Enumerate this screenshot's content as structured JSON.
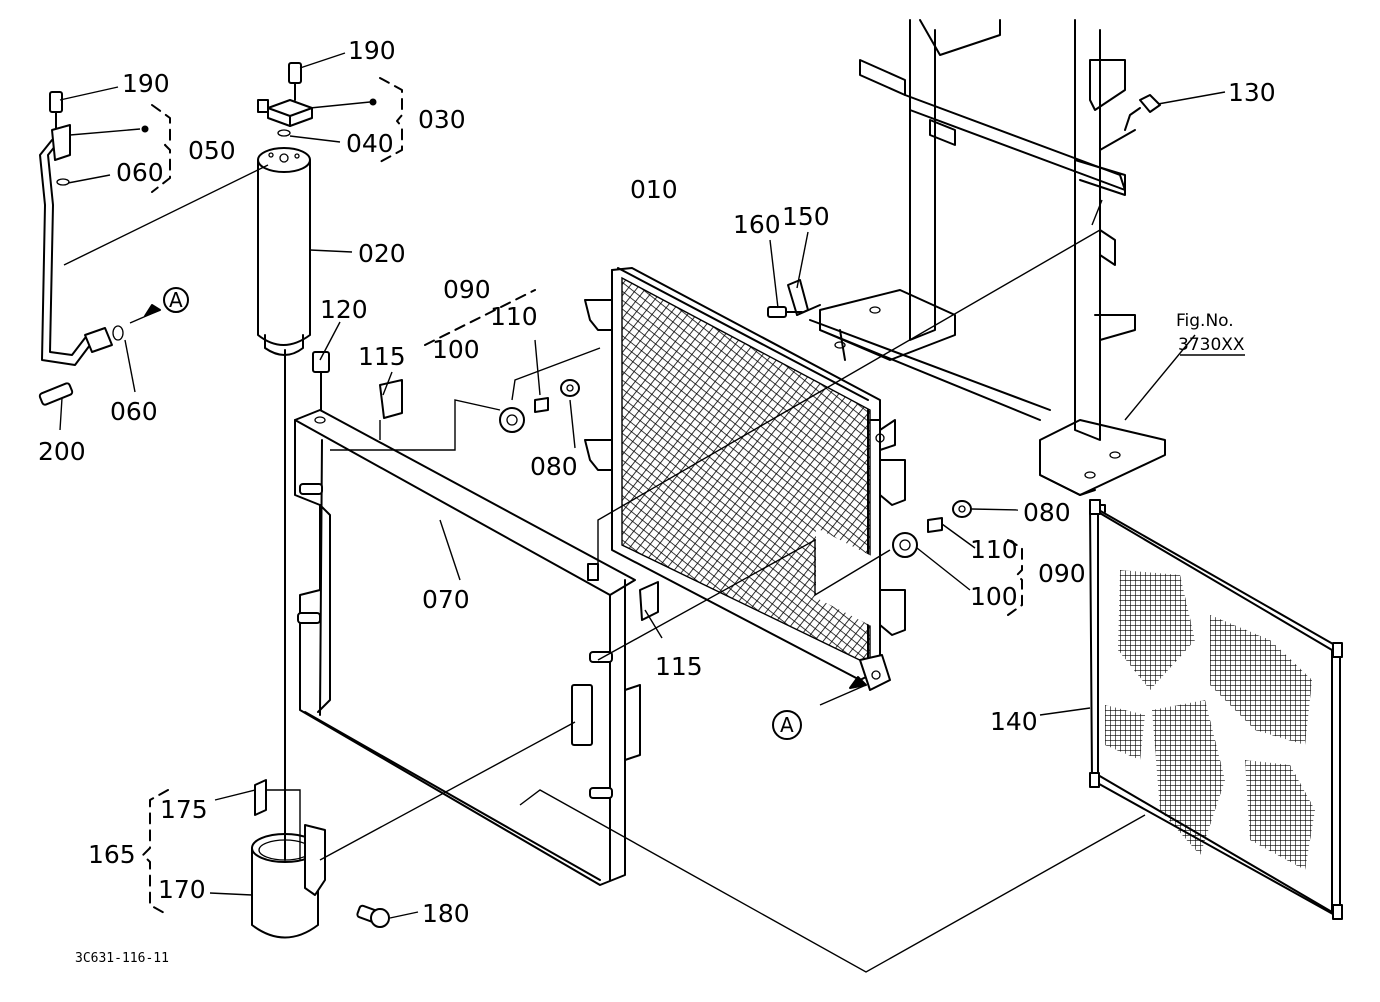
{
  "diagram": {
    "part_labels": {
      "p010": "010",
      "p020": "020",
      "p030": "030",
      "p040": "040",
      "p050": "050",
      "p060a": "060",
      "p060b": "060",
      "p070": "070",
      "p080a": "080",
      "p080b": "080",
      "p090a": "090",
      "p090b": "090",
      "p100a": "100",
      "p100b": "100",
      "p110a": "110",
      "p110b": "110",
      "p115a": "115",
      "p115b": "115",
      "p120": "120",
      "p130": "130",
      "p140": "140",
      "p150": "150",
      "p160": "160",
      "p165": "165",
      "p170": "170",
      "p175": "175",
      "p180": "180",
      "p190a": "190",
      "p190b": "190",
      "p200": "200"
    },
    "connectors": {
      "a1": "A",
      "a2": "A"
    },
    "reference": {
      "fig_label": "Fig.No.",
      "fig_number": "3730XX"
    },
    "drawing_code": "3C631-116-11"
  }
}
